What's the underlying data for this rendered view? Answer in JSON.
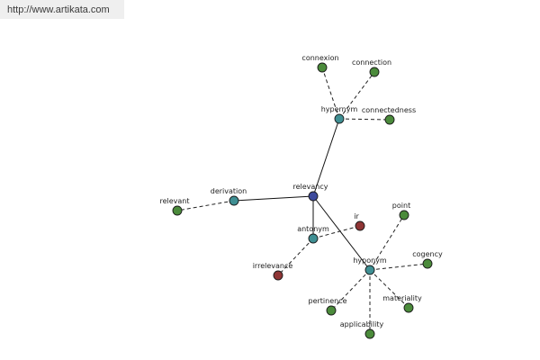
{
  "source_link": "http://www.artikata.com",
  "colors": {
    "center": "#3d4a9c",
    "relation": "#3f8f93",
    "synonym": "#4b8b3b",
    "antonym_term": "#8f3535"
  },
  "nodes": [
    {
      "id": "relevancy",
      "label": "relevancy",
      "kind": "center"
    },
    {
      "id": "hypernym",
      "label": "hypernym",
      "kind": "relation"
    },
    {
      "id": "derivation",
      "label": "derivation",
      "kind": "relation"
    },
    {
      "id": "antonym",
      "label": "antonym",
      "kind": "relation"
    },
    {
      "id": "hyponym",
      "label": "hyponym",
      "kind": "relation"
    },
    {
      "id": "connexion",
      "label": "connexion",
      "kind": "synonym"
    },
    {
      "id": "connection",
      "label": "connection",
      "kind": "synonym"
    },
    {
      "id": "connectedness",
      "label": "connectedness",
      "kind": "synonym"
    },
    {
      "id": "relevant",
      "label": "relevant",
      "kind": "synonym"
    },
    {
      "id": "ir",
      "label": "ir",
      "kind": "antonym_term"
    },
    {
      "id": "irrelevance",
      "label": "irrelevance",
      "kind": "antonym_term"
    },
    {
      "id": "point",
      "label": "point",
      "kind": "synonym"
    },
    {
      "id": "cogency",
      "label": "cogency",
      "kind": "synonym"
    },
    {
      "id": "materiality",
      "label": "materiality",
      "kind": "synonym"
    },
    {
      "id": "applicability",
      "label": "applicability",
      "kind": "synonym"
    },
    {
      "id": "pertinence",
      "label": "pertinence",
      "kind": "synonym"
    }
  ],
  "edges": [
    {
      "from": "relevancy",
      "to": "hypernym",
      "style": "solid"
    },
    {
      "from": "relevancy",
      "to": "derivation",
      "style": "solid"
    },
    {
      "from": "relevancy",
      "to": "antonym",
      "style": "solid"
    },
    {
      "from": "relevancy",
      "to": "hyponym",
      "style": "solid"
    },
    {
      "from": "hypernym",
      "to": "connexion",
      "style": "dashed"
    },
    {
      "from": "hypernym",
      "to": "connection",
      "style": "dashed"
    },
    {
      "from": "hypernym",
      "to": "connectedness",
      "style": "dashed"
    },
    {
      "from": "derivation",
      "to": "relevant",
      "style": "dashed"
    },
    {
      "from": "antonym",
      "to": "ir",
      "style": "dashed"
    },
    {
      "from": "antonym",
      "to": "irrelevance",
      "style": "dashed"
    },
    {
      "from": "hyponym",
      "to": "point",
      "style": "dashed"
    },
    {
      "from": "hyponym",
      "to": "cogency",
      "style": "dashed"
    },
    {
      "from": "hyponym",
      "to": "materiality",
      "style": "dashed"
    },
    {
      "from": "hyponym",
      "to": "applicability",
      "style": "dashed"
    },
    {
      "from": "hyponym",
      "to": "pertinence",
      "style": "dashed"
    }
  ]
}
